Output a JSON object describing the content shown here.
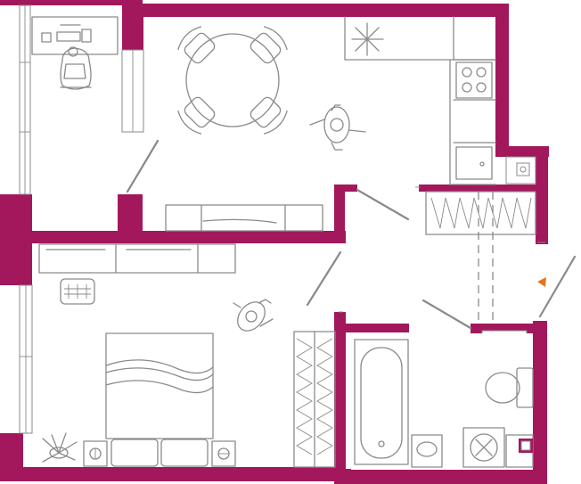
{
  "plan": {
    "colors": {
      "wall": "#a3175c",
      "line": "#8a8a8a",
      "entrance_marker": "#e8731f",
      "background": "#ffffff"
    },
    "rooms": [
      "kitchen-living-room",
      "bedroom",
      "bathroom",
      "hallway",
      "balcony"
    ],
    "icons": [
      "dining-table-icon",
      "chair-icon",
      "stove-icon",
      "kitchen-sink-icon",
      "fridge-icon",
      "bed-icon",
      "wardrobe-icon",
      "bathtub-icon",
      "toilet-icon",
      "washing-machine-icon",
      "wash-basin-icon",
      "plant-icon",
      "person-icon",
      "desk-icon",
      "entrance-arrow-icon"
    ]
  }
}
